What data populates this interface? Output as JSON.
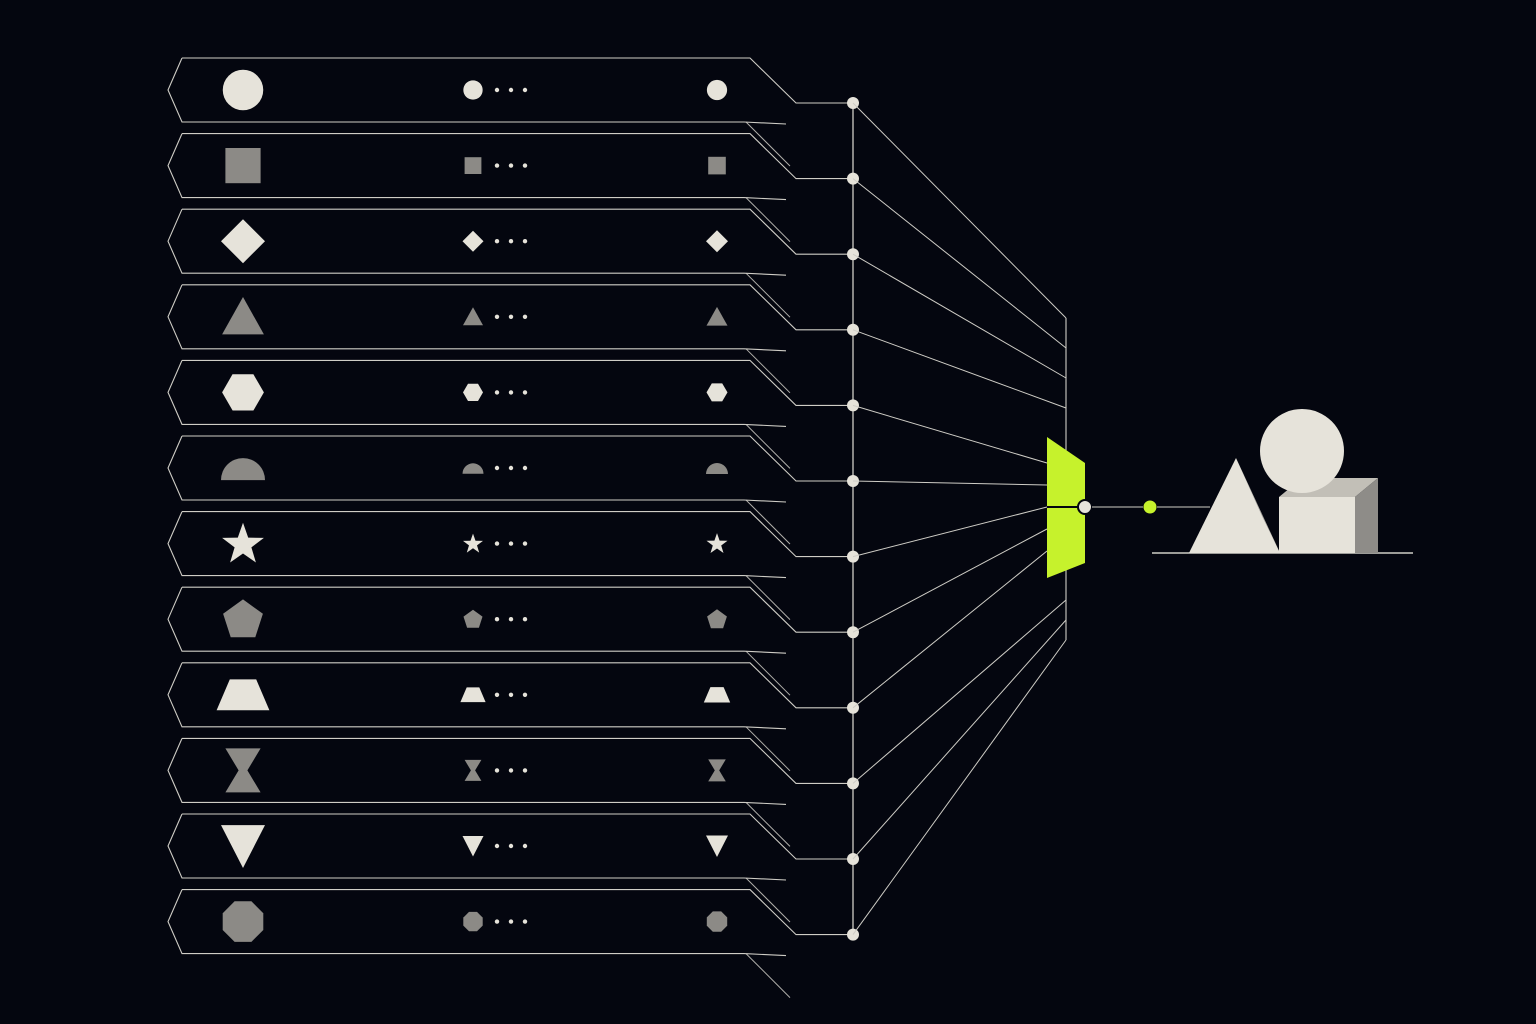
{
  "colors": {
    "background": "#04060f",
    "line": "#cfcdc6",
    "light": "#e6e3da",
    "mid": "#8c8a86",
    "accent": "#c6f22c",
    "cube_top": "#c2bfb7",
    "cube_side": "#8e8c88"
  },
  "rows": [
    {
      "shape": "circle-icon",
      "tone": "light"
    },
    {
      "shape": "square-icon",
      "tone": "mid"
    },
    {
      "shape": "diamond-icon",
      "tone": "light"
    },
    {
      "shape": "triangle-icon",
      "tone": "mid"
    },
    {
      "shape": "hexagon-icon",
      "tone": "light"
    },
    {
      "shape": "half-circle-icon",
      "tone": "mid"
    },
    {
      "shape": "star-icon",
      "tone": "light"
    },
    {
      "shape": "pentagon-icon",
      "tone": "mid"
    },
    {
      "shape": "trapezoid-icon",
      "tone": "light"
    },
    {
      "shape": "hourglass-icon",
      "tone": "mid"
    },
    {
      "shape": "inverted-triangle-icon",
      "tone": "light"
    },
    {
      "shape": "octagon-icon",
      "tone": "mid"
    }
  ],
  "merge_unit": {
    "shape": "funnel-icon",
    "color_role": "accent"
  },
  "output_scene": {
    "objects": [
      "triangle-icon",
      "sphere-icon",
      "cube-icon"
    ]
  }
}
